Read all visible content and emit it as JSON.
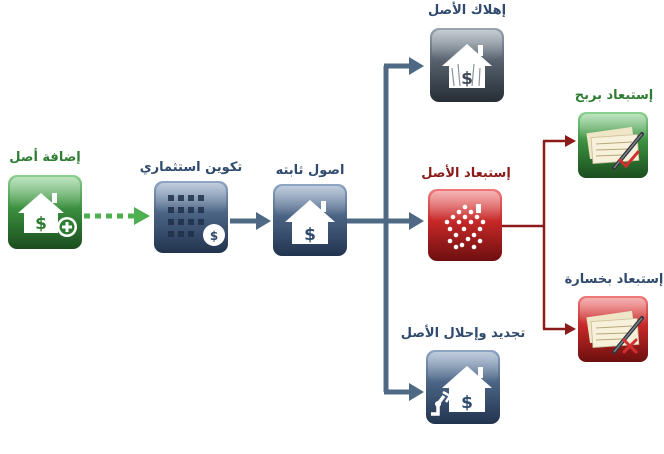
{
  "colors": {
    "navy": "#2f4a6d",
    "steel": "#4a6384",
    "green": "#2e7d32",
    "red": "#b71c1c",
    "dark_red": "#8b1a1a",
    "gray": "#3f4a56",
    "arrow_steel": "#4f6985",
    "arrow_green": "#4caf50"
  },
  "nodes": {
    "add_asset": {
      "label": "إضافة أصل",
      "icon": "house-dollar-plus-icon"
    },
    "investment_formation": {
      "label": "تكوين استثماري",
      "icon": "building-money-bag-icon"
    },
    "fixed_assets": {
      "label": "اصول ثابته",
      "icon": "house-dollar-icon"
    },
    "depreciation": {
      "label": "إهلاك الأصل",
      "icon": "house-dollar-worn-icon"
    },
    "exclusion": {
      "label": "إستبعاد الأصل",
      "icon": "house-dollar-breaking-icon"
    },
    "renewal": {
      "label": "تجديد وإحلال الأصل",
      "icon": "house-dollar-robot-arm-icon"
    },
    "exclusion_profit": {
      "label": "إستبعاد بربح",
      "icon": "cheque-pen-check-icon"
    },
    "exclusion_loss": {
      "label": "إستبعاد بخسارة",
      "icon": "cheque-pen-cross-icon"
    }
  }
}
